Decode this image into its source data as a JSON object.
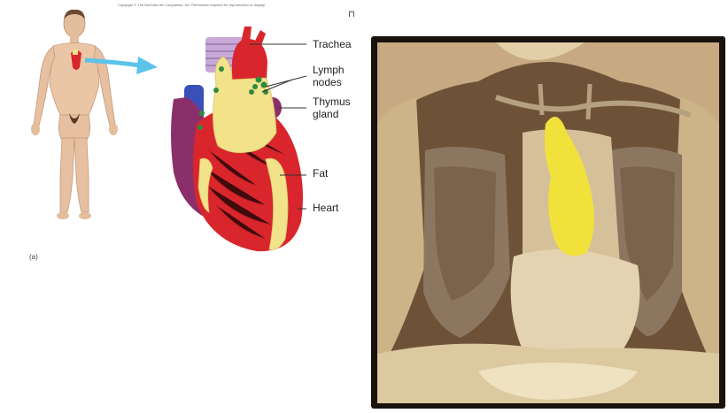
{
  "copyright": "Copyright © The McGraw-Hill Companies, Inc. Permission required for reproduction or display.",
  "figure_mark": "(a)",
  "labels": {
    "trachea": "Trachea",
    "lymph_nodes_line1": "Lymph",
    "lymph_nodes_line2": "nodes",
    "thymus_line1": "Thymus",
    "thymus_line2": "gland",
    "fat": "Fat",
    "heart": "Heart"
  },
  "colors": {
    "heart_red": "#d9262c",
    "fat_yellow": "#f2e28a",
    "lymph_green": "#2e8b3e",
    "thymus_purple": "#8b2f6a",
    "vein_blue": "#3b4fb8",
    "skin": "#e9c7a8",
    "arrow_blue": "#5cc3ea",
    "photo_tissue": "#c9b48f",
    "photo_thymus": "#f0e23a"
  }
}
